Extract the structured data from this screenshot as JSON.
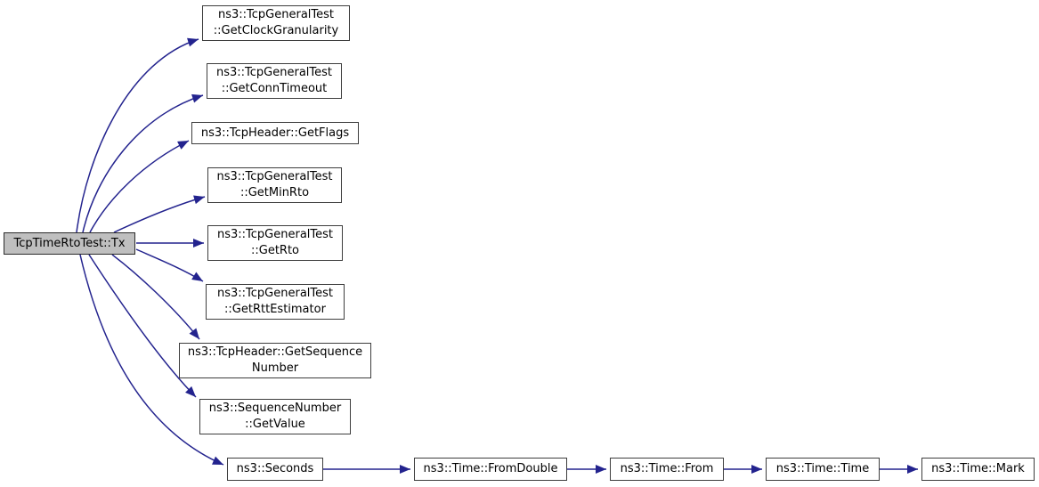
{
  "diagram": {
    "type": "call-graph",
    "background_color": "#ffffff",
    "edge_color": "#23238e",
    "node_fill_color": "#ffffff",
    "node_border_color": "#3d3d3d",
    "highlight_fill_color": "#bfbfbf",
    "nodes": [
      {
        "id": "tx",
        "label": "TcpTimeRtoTest::Tx",
        "highlighted": true
      },
      {
        "id": "get-clock-granularity",
        "label": "ns3::TcpGeneralTest\n::GetClockGranularity",
        "highlighted": false
      },
      {
        "id": "get-conn-timeout",
        "label": "ns3::TcpGeneralTest\n::GetConnTimeout",
        "highlighted": false
      },
      {
        "id": "get-flags",
        "label": "ns3::TcpHeader::GetFlags",
        "highlighted": false
      },
      {
        "id": "get-min-rto",
        "label": "ns3::TcpGeneralTest\n::GetMinRto",
        "highlighted": false
      },
      {
        "id": "get-rto",
        "label": "ns3::TcpGeneralTest\n::GetRto",
        "highlighted": false
      },
      {
        "id": "get-rtt-estimator",
        "label": "ns3::TcpGeneralTest\n::GetRttEstimator",
        "highlighted": false
      },
      {
        "id": "get-sequence-number",
        "label": "ns3::TcpHeader::GetSequence\nNumber",
        "highlighted": false
      },
      {
        "id": "get-value",
        "label": "ns3::SequenceNumber\n::GetValue",
        "highlighted": false
      },
      {
        "id": "seconds",
        "label": "ns3::Seconds",
        "highlighted": false
      },
      {
        "id": "time-from-double",
        "label": "ns3::Time::FromDouble",
        "highlighted": false
      },
      {
        "id": "time-from",
        "label": "ns3::Time::From",
        "highlighted": false
      },
      {
        "id": "time-time",
        "label": "ns3::Time::Time",
        "highlighted": false
      },
      {
        "id": "time-mark",
        "label": "ns3::Time::Mark",
        "highlighted": false
      }
    ],
    "edges": [
      {
        "from": "tx",
        "to": "get-clock-granularity"
      },
      {
        "from": "tx",
        "to": "get-conn-timeout"
      },
      {
        "from": "tx",
        "to": "get-flags"
      },
      {
        "from": "tx",
        "to": "get-min-rto"
      },
      {
        "from": "tx",
        "to": "get-rto"
      },
      {
        "from": "tx",
        "to": "get-rtt-estimator"
      },
      {
        "from": "tx",
        "to": "get-sequence-number"
      },
      {
        "from": "tx",
        "to": "get-value"
      },
      {
        "from": "tx",
        "to": "seconds"
      },
      {
        "from": "seconds",
        "to": "time-from-double"
      },
      {
        "from": "time-from-double",
        "to": "time-from"
      },
      {
        "from": "time-from",
        "to": "time-time"
      },
      {
        "from": "time-time",
        "to": "time-mark"
      }
    ]
  }
}
